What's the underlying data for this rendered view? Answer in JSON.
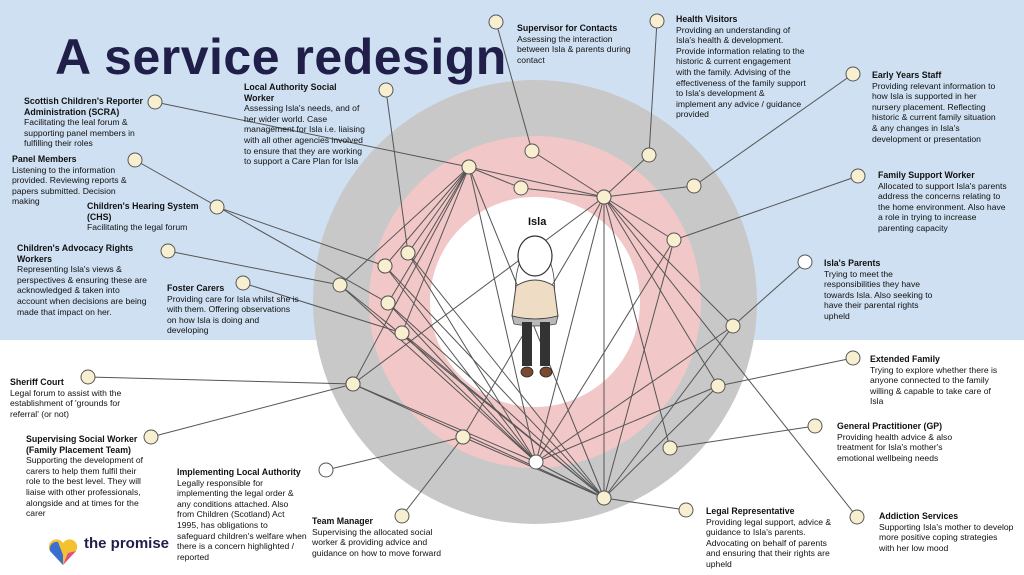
{
  "title": "A service redesign",
  "center": "Isla",
  "logo_text": "the promise",
  "colors": {
    "background_top": "#cfe0f2",
    "outer_ring": "#c8c8c8",
    "middle_ring": "#f2c7c7",
    "node_fill": "#f8efd0",
    "title_color": "#1f1f4a"
  },
  "stakeholders": [
    {
      "id": "scra",
      "name": "Scottish Children's Reporter Administration (SCRA)",
      "desc": "Facilitating the leal forum & supporting panel members in fulfilling their roles"
    },
    {
      "id": "panel",
      "name": "Panel Members",
      "desc": "Listening to the information provided. Reviewing reports & papers submitted. Decision making"
    },
    {
      "id": "chs",
      "name": "Children's Hearing System (CHS)",
      "desc": "Facilitating the legal forum"
    },
    {
      "id": "advocacy",
      "name": "Children's Advocacy Rights Workers",
      "desc": "Representing Isla's views & perspectives & ensuring these are acknowledged & taken into account when decisions are being made that impact on her."
    },
    {
      "id": "foster",
      "name": "Foster Carers",
      "desc": "Providing care for Isla whilst she is with them. Offering observations on how Isla is doing and developing"
    },
    {
      "id": "sheriff",
      "name": "Sheriff Court",
      "desc": "Legal forum to assist with the establishment of 'grounds for referral' (or not)"
    },
    {
      "id": "supervising",
      "name": "Supervising Social Worker (Family Placement Team)",
      "desc": "Supporting the development of carers to help them fulfil their role to the best level. They will liaise with other professionals, alongside and at times for the carer"
    },
    {
      "id": "implementing",
      "name": "Implementing Local Authority",
      "desc": "Legally responsible for implementing the legal order & any conditions attached. Also from Children (Scotland) Act 1995, has obligations to safeguard children's welfare when there is a concern highlighted / reported"
    },
    {
      "id": "team",
      "name": "Team Manager",
      "desc": "Supervising the allocated social worker & providing advice and guidance on how to move forward"
    },
    {
      "id": "lasw",
      "name": "Local Authority Social Worker",
      "desc": "Assessing Isla's needs, and of her wider world. Case management for Isla i.e. liaising with all other agencies involved to ensure that they are working to support a Care Plan for Isla"
    },
    {
      "id": "supervisor",
      "name": "Supervisor for Contacts",
      "desc": "Assessing the interaction between Isla & parents during contact"
    },
    {
      "id": "health",
      "name": "Health Visitors",
      "desc": "Providing an understanding of Isla's health & development. Provide information relating to the historic & current engagement with the family. Advising of the effectiveness of the family support to Isla's development & implement any advice / guidance provided"
    },
    {
      "id": "early",
      "name": "Early Years Staff",
      "desc": "Providing relevant information to how Isla is supported in her nursery placement. Reflecting historic & current family situation & any changes in Isla's development or presentation"
    },
    {
      "id": "fsw",
      "name": "Family Support Worker",
      "desc": "Allocated to support Isla's parents address the concerns relating to the home environment. Also have a role in trying to increase parenting capacity"
    },
    {
      "id": "parents",
      "name": "Isla's Parents",
      "desc": "Trying to meet the responsibilities they have towards Isla. Also seeking to have their parental rights upheld"
    },
    {
      "id": "extended",
      "name": "Extended Family",
      "desc": "Trying to explore whether there is anyone connected to the family willing & capable to take care of Isla"
    },
    {
      "id": "gp",
      "name": "General Practitioner (GP)",
      "desc": "Providing health advice & also treatment for Isla's mother's emotional wellbeing needs"
    },
    {
      "id": "legal",
      "name": "Legal Representative",
      "desc": "Providing legal support, advice & guidance to Isla's parents. Advocating on behalf of parents and ensuring that their rights are upheld"
    },
    {
      "id": "addiction",
      "name": "Addiction Services",
      "desc": "Supporting Isla's mother to develop more positive coping strategies with her low mood"
    }
  ]
}
